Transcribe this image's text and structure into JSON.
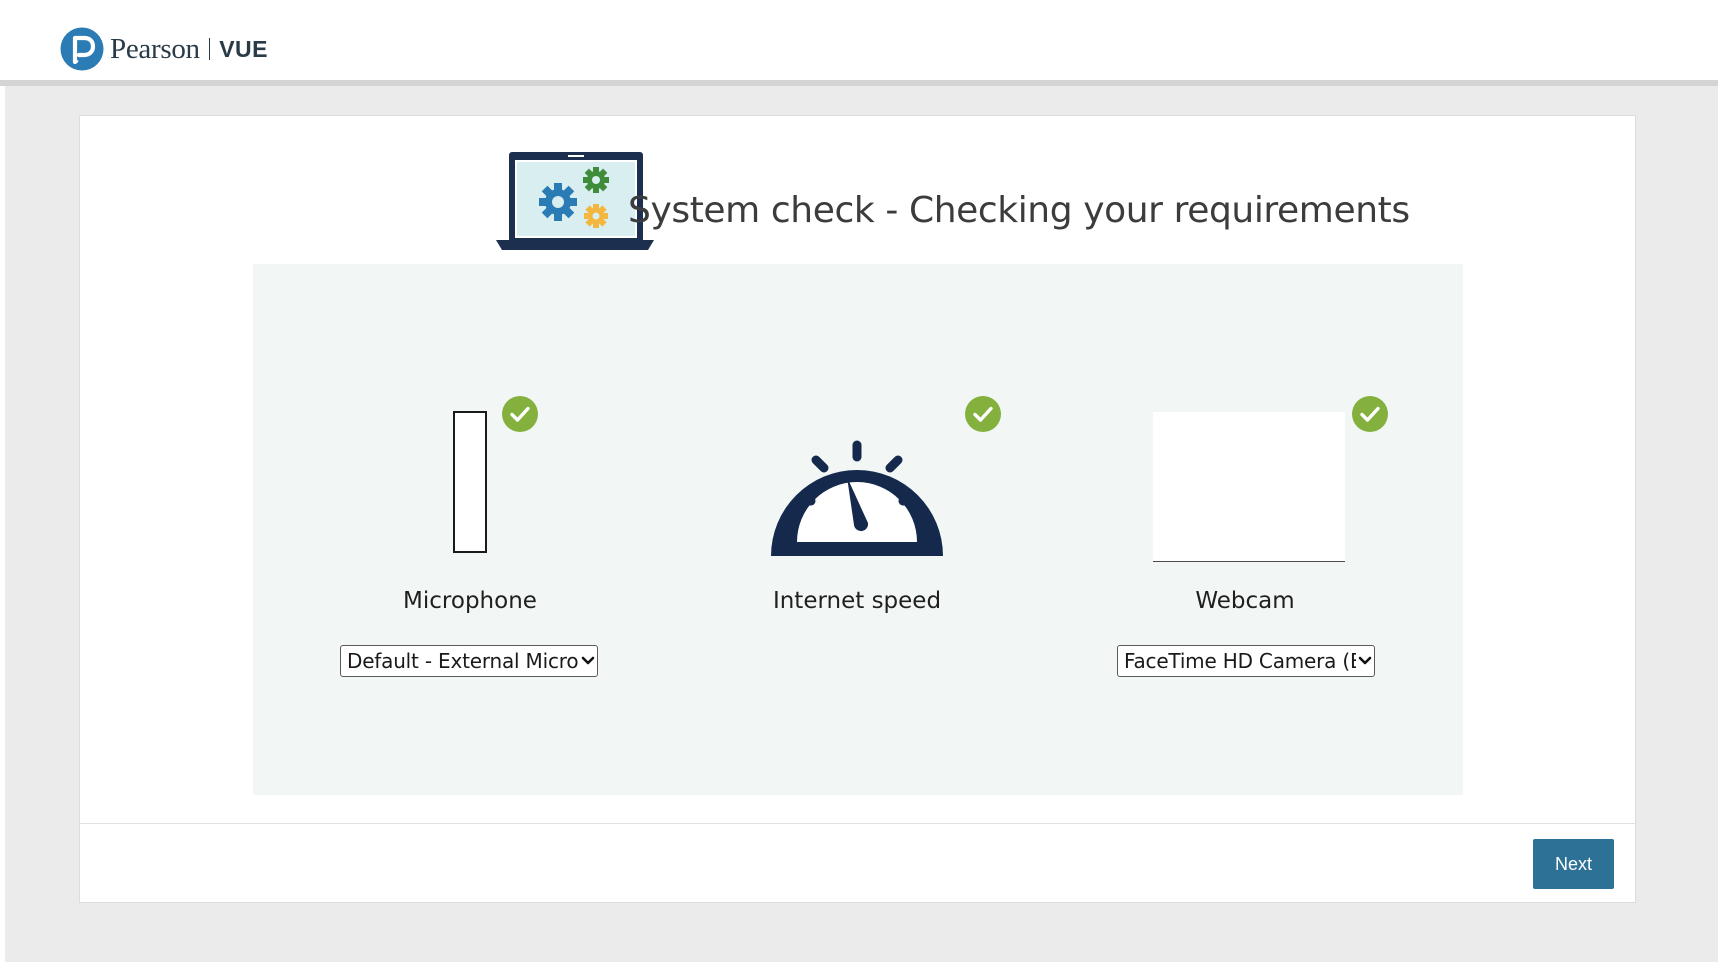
{
  "brand": {
    "name": "Pearson",
    "product": "VUE",
    "mark_letter": "P",
    "logo_color": "#2b7bb5"
  },
  "page": {
    "title": "System check - Checking your requirements",
    "hero_icon": "laptop-gears-icon"
  },
  "checks": {
    "microphone": {
      "label": "Microphone",
      "status": "passed",
      "status_icon": "check-circle-icon",
      "selected_device": "Default - External Microphone"
    },
    "internet": {
      "label": "Internet speed",
      "status": "passed",
      "status_icon": "check-circle-icon",
      "icon": "speedometer-icon"
    },
    "webcam": {
      "label": "Webcam",
      "status": "passed",
      "status_icon": "check-circle-icon",
      "selected_device": "FaceTime HD Camera (Built-in)"
    }
  },
  "actions": {
    "next_label": "Next"
  },
  "colors": {
    "success": "#84b03e",
    "primary_button": "#2d7196",
    "panel_bg": "#f2f7f6",
    "gauge": "#15294d"
  }
}
